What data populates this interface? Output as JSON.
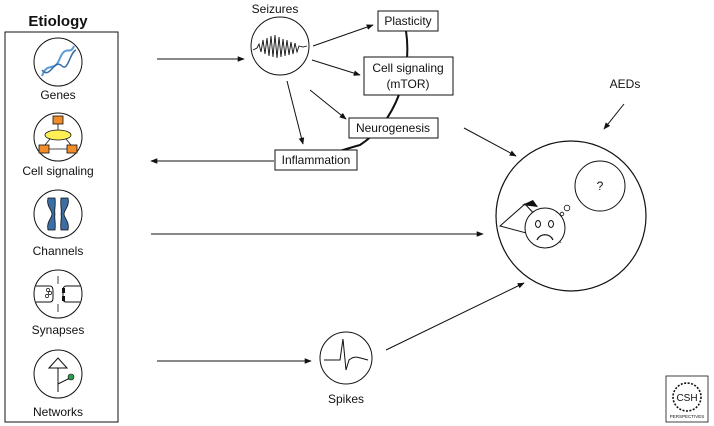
{
  "etiology": {
    "title": "Etiology",
    "items": [
      {
        "label": "Genes",
        "icon": "dna-helix-icon"
      },
      {
        "label": "Cell signaling",
        "icon": "signaling-pathway-icon"
      },
      {
        "label": "Channels",
        "icon": "ion-channel-icon"
      },
      {
        "label": "Synapses",
        "icon": "synapse-icon"
      },
      {
        "label": "Networks",
        "icon": "neuron-network-icon"
      }
    ]
  },
  "seizures": {
    "label": "Seizures",
    "icon": "eeg-seizure-trace-icon"
  },
  "boxes": {
    "plasticity": "Plasticity",
    "cell_signaling_line1": "Cell signaling",
    "cell_signaling_line2": "(mTOR)",
    "neurogenesis": "Neurogenesis",
    "inflammation": "Inflammation"
  },
  "aeds": {
    "label": "AEDs"
  },
  "spikes": {
    "label": "Spikes",
    "icon": "spike-waveform-icon"
  },
  "outcome": {
    "thought": "?",
    "icon": "sad-patient-face-icon"
  },
  "logo": {
    "text_top": "CSH",
    "text_bottom": "PERSPECTIVES",
    "icon": "csh-perspectives-logo-icon"
  },
  "colors": {
    "dna_blue": "#5b9bd5",
    "signal_orange": "#f28c28",
    "signal_yellow": "#ffee55",
    "channel_blue": "#3a6ea5",
    "network_green": "#2e9b4e"
  }
}
